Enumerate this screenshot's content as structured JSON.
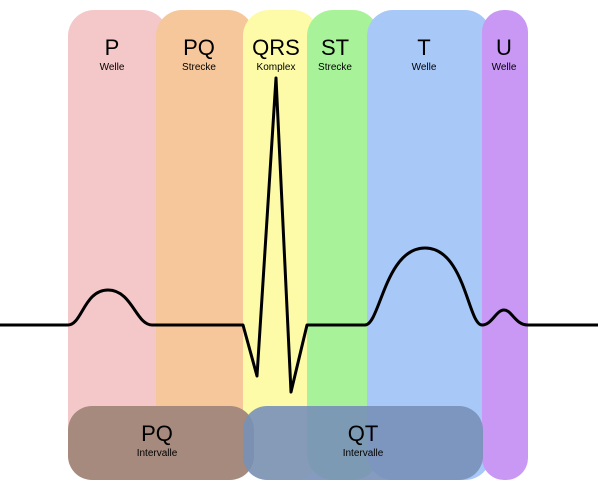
{
  "segments": {
    "p": {
      "title": "P",
      "subtitle": "Welle",
      "color": "#f4c8c8"
    },
    "pq": {
      "title": "PQ",
      "subtitle": "Strecke",
      "color": "#f5c79a"
    },
    "qrs": {
      "title": "QRS",
      "subtitle": "Komplex",
      "color": "#fdfba8"
    },
    "st": {
      "title": "ST",
      "subtitle": "Strecke",
      "color": "#a8f39a"
    },
    "t": {
      "title": "T",
      "subtitle": "Welle",
      "color": "#a8c8f8"
    },
    "u": {
      "title": "U",
      "subtitle": "Welle",
      "color": "#c898f4"
    }
  },
  "intervals": {
    "pq": {
      "title": "PQ",
      "subtitle": "Intervalle",
      "color": "#a68a7d"
    },
    "qt": {
      "title": "QT",
      "subtitle": "Intervalle",
      "color": "#7890b8"
    }
  },
  "waveform": {
    "stroke": "#000000"
  }
}
